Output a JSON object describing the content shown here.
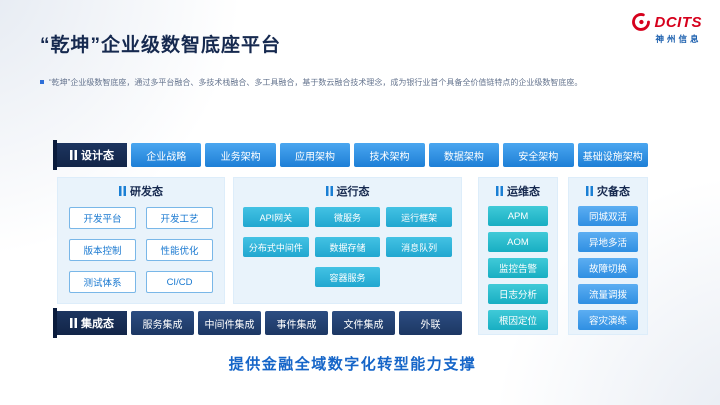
{
  "logo": {
    "brand": "DCITS",
    "subtitle": "神州信息"
  },
  "title": "“乾坤”企业级数智底座平台",
  "subtitle": "“乾坤”企业级数智底座，通过多平台融合、多技术栈融合、多工具融合，基于数云融合技术理念，成为银行业首个具备全价值链特点的企业级数智底座。",
  "design_row": {
    "label": "设计态",
    "items": [
      "企业战略",
      "业务架构",
      "应用架构",
      "技术架构",
      "数据架构",
      "安全架构",
      "基础设施架构"
    ]
  },
  "dev_panel": {
    "label": "研发态",
    "items": [
      "开发平台",
      "开发工艺",
      "版本控制",
      "性能优化",
      "测试体系",
      "CI/CD"
    ]
  },
  "runtime_panel": {
    "label": "运行态",
    "items": [
      "API网关",
      "微服务",
      "运行框架",
      "分布式中间件",
      "数据存储",
      "消息队列",
      "容器服务"
    ]
  },
  "ops_panel": {
    "label": "运维态",
    "items": [
      "APM",
      "AOM",
      "监控告警",
      "日志分析",
      "根因定位"
    ]
  },
  "dr_panel": {
    "label": "灾备态",
    "items": [
      "同城双活",
      "异地多活",
      "故障切换",
      "流量调拨",
      "容灾演练"
    ]
  },
  "integration_row": {
    "label": "集成态",
    "items": [
      "服务集成",
      "中间件集成",
      "事件集成",
      "文件集成",
      "外联"
    ]
  },
  "footer": "提供金融全域数字化转型能力支撑",
  "colors": {
    "navy": "#16294f",
    "panel_bg": "#e9f3fb",
    "footer_blue": "#1565c8",
    "brand_red": "#d6001c",
    "brand_blue": "#1b5fae"
  }
}
